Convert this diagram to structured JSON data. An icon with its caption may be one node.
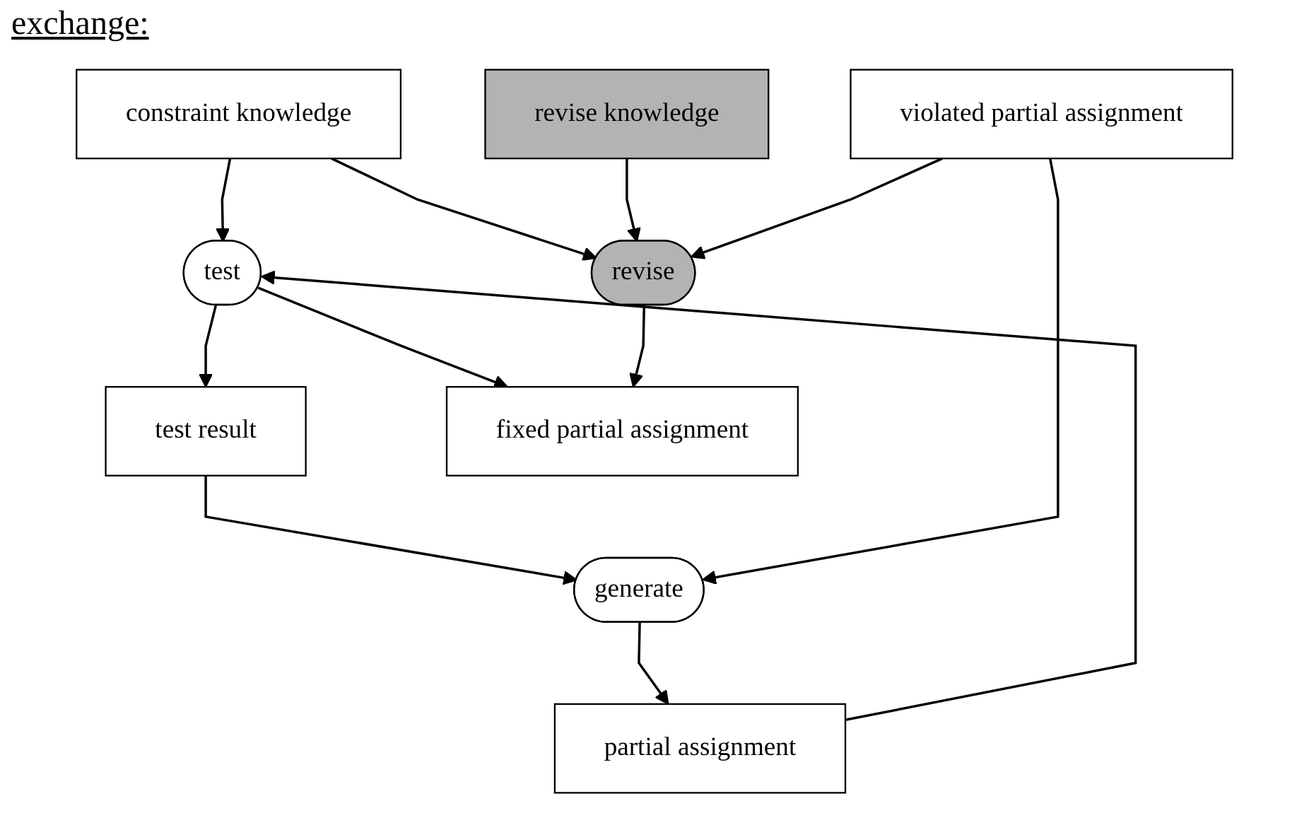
{
  "diagram": {
    "title": "exchange:",
    "nodes": [
      {
        "text": [
          "test"
        ]
      },
      {
        "text": [
          "partial assignment"
        ]
      },
      {
        "text": [
          "test result"
        ]
      },
      {
        "text": [
          "fixed partial assignment"
        ]
      },
      {
        "text": [
          "generate"
        ]
      },
      {
        "text": [
          "constraint knowledge"
        ]
      },
      {
        "text": [
          "revise knowledge"
        ]
      },
      {
        "text": [
          "revise"
        ]
      },
      {
        "text": [
          "violated partial assignment"
        ]
      }
    ],
    "edges": [
      {
        "from": 1,
        "to": 0,
        "arrow": "to"
      },
      {
        "from": 5,
        "to": 0,
        "arrow": "to"
      },
      {
        "from": 0,
        "to": 2,
        "arrow": "to"
      },
      {
        "from": 0,
        "to": 3,
        "arrow": "to"
      },
      {
        "from": 2,
        "to": 4,
        "arrow": "to"
      },
      {
        "from": 4,
        "to": 1,
        "arrow": "to"
      },
      {
        "from": 5,
        "to": 7,
        "arrow": "to"
      },
      {
        "from": 6,
        "to": 7,
        "arrow": "to"
      },
      {
        "from": 8,
        "to": 7,
        "arrow": "to"
      },
      {
        "from": 8,
        "to": 4,
        "arrow": "to"
      },
      {
        "from": 7,
        "to": 3,
        "arrow": "to"
      }
    ]
  }
}
